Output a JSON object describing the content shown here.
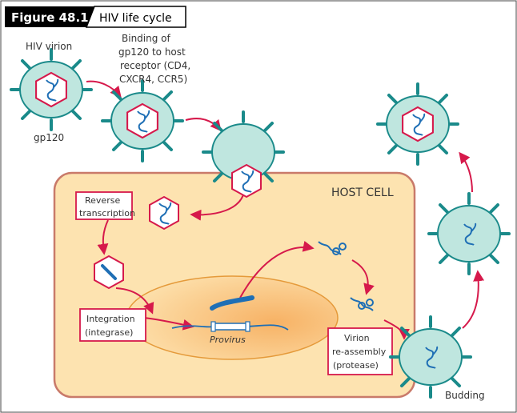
{
  "header": {
    "figure_label": "Figure 48.1",
    "title": "HIV life cycle"
  },
  "labels": {
    "hiv_virion": "HIV virion",
    "gp120": "gp120",
    "binding": [
      "Binding of",
      "gp120 to host",
      "receptor (CD4,",
      "CXCR4, CCR5)"
    ],
    "host_cell": "HOST CELL",
    "reverse_transcription": [
      "Reverse",
      "transcription"
    ],
    "integration": [
      "Integration",
      "(integrase)"
    ],
    "provirus": "Provirus",
    "virion_reassembly": [
      "Virion",
      "re-assembly",
      "(protease)"
    ],
    "budding": "Budding"
  },
  "colors": {
    "header_bg": "#000000",
    "cell_fill": "#fde3b0",
    "cell_border": "#c97a6a",
    "nucleus_fill": "#f9c47a",
    "virion_fill": "#bfe6df",
    "virion_stroke": "#1a8a8a",
    "spike": "#1a8a8a",
    "capsid": "#d6194b",
    "rna": "#1f6fb5",
    "arrow": "#d6194b",
    "box_border": "#d6194b"
  }
}
